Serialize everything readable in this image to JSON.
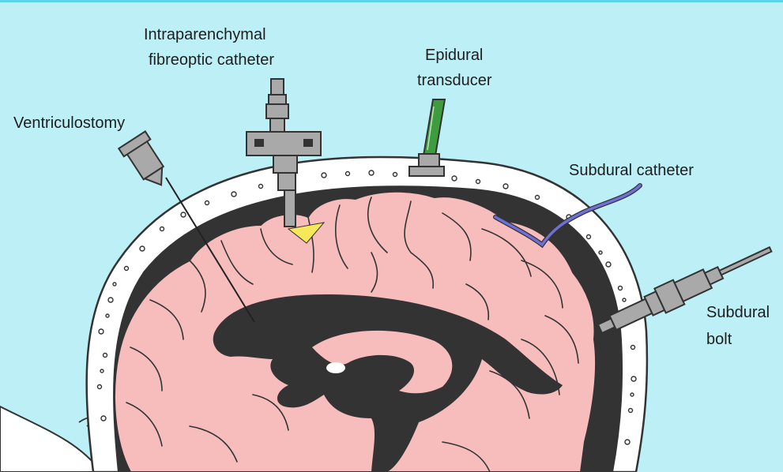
{
  "labels": {
    "intraparenchymal_line1": "Intraparenchymal",
    "intraparenchymal_line2": "fibreoptic catheter",
    "epidural_line1": "Epidural",
    "epidural_line2": "transducer",
    "ventriculostomy": "Ventriculostomy",
    "subdural_catheter": "Subdural catheter",
    "subdural_bolt_line1": "Subdural",
    "subdural_bolt_line2": "bolt"
  },
  "colors": {
    "background": "#bdeff7",
    "top_rule": "#5ed3e3",
    "skull": "#ffffff",
    "dark_tissue": "#333333",
    "brain": "#f7bcbc",
    "ventricle": "#333333",
    "hardware": "#a9a9a9",
    "transducer_wire": "#3e9b3e",
    "subdural_catheter": "#6f6fd8",
    "fluid_wedge": "#f6e85a"
  },
  "icons": {
    "ventriculostomy": "ventriculostomy-needle-icon",
    "fibreoptic": "fibreoptic-catheter-icon",
    "epidural": "epidural-transducer-icon",
    "subdural_catheter": "subdural-catheter-icon",
    "subdural_bolt": "subdural-bolt-icon"
  }
}
